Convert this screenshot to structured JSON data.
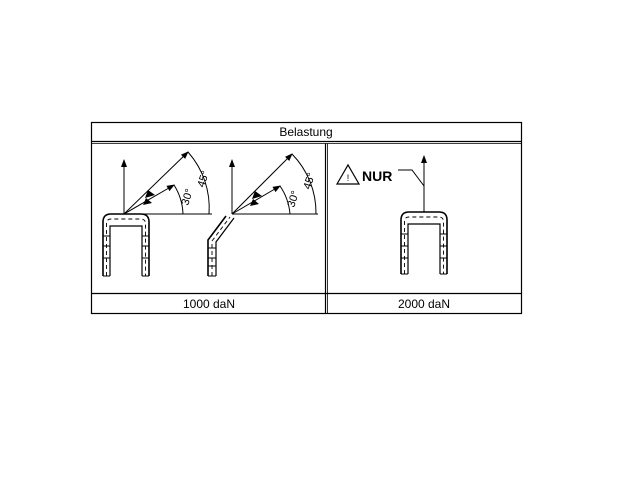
{
  "table": {
    "header": "Belastung",
    "left_footer": "1000 daN",
    "right_footer": "2000 daN"
  },
  "angles": {
    "outer": "45°",
    "inner": "30°"
  },
  "warning": {
    "symbol": "!",
    "label": "NUR"
  }
}
